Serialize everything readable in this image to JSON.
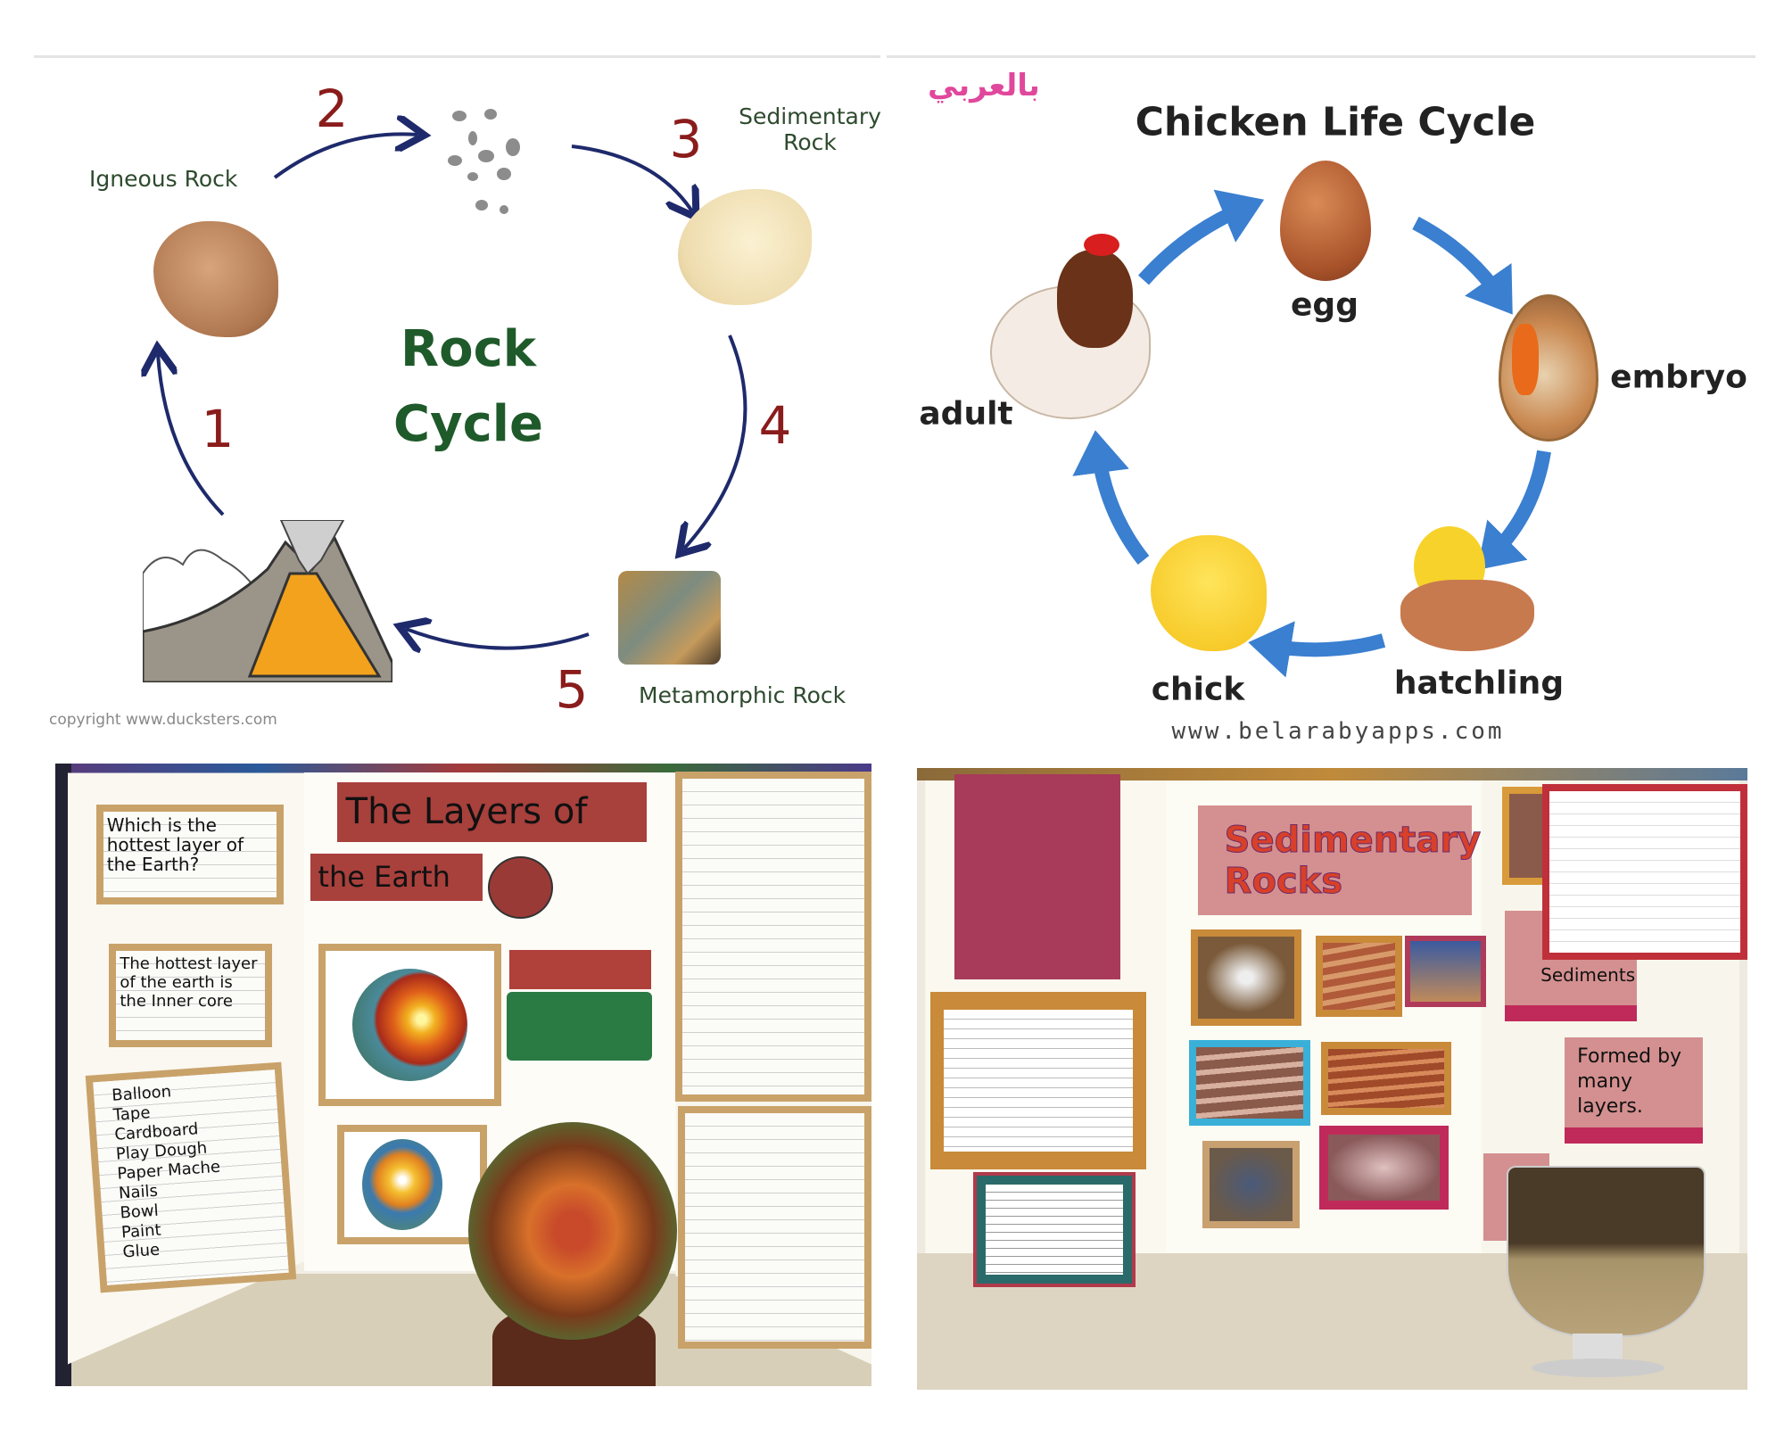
{
  "rock_cycle": {
    "title_line1": "Rock",
    "title_line2": "Cycle",
    "labels": {
      "igneous": "Igneous Rock",
      "sedimentary_1": "Sedimentary",
      "sedimentary_2": "Rock",
      "metamorphic": "Metamorphic Rock"
    },
    "steps": [
      "1",
      "2",
      "3",
      "4",
      "5"
    ],
    "copyright": "copyright www.ducksters.com"
  },
  "chicken_cycle": {
    "title": "Chicken Life Cycle",
    "stages": {
      "egg": "egg",
      "embryo": "embryo",
      "hatchling": "hatchling",
      "chick": "chick",
      "adult": "adult"
    },
    "website": "www.belarabyapps.com",
    "logo_text": "بالعربي",
    "arrow_color": "#3a7fd0"
  },
  "board_earth": {
    "title_1": "The Layers of",
    "title_2": "the Earth",
    "question": "Which is the hottest layer of the Earth?",
    "answer": "The hottest layer of the earth is the Inner core",
    "materials": [
      "Balloon",
      "Tape",
      "Cardboard",
      "Play Dough",
      "Paper Mache",
      "Nails",
      "Bowl",
      "Paint",
      "Glue"
    ]
  },
  "board_sedimentary": {
    "title": "Sedimentary Rocks",
    "formed_note": "Formed by many layers.",
    "side_note": "Sediments"
  }
}
